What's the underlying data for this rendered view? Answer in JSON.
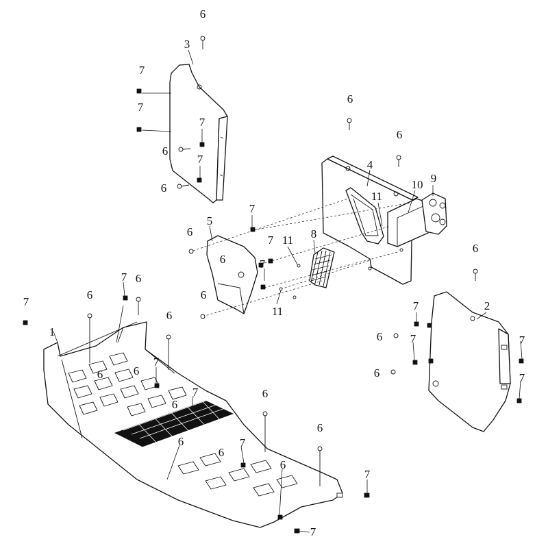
{
  "diagram": {
    "callouts": [
      {
        "id": "c1",
        "text": "6"
      },
      {
        "id": "c2",
        "text": "3"
      },
      {
        "id": "c3",
        "text": "7"
      },
      {
        "id": "c4",
        "text": "7"
      },
      {
        "id": "c5",
        "text": "7"
      },
      {
        "id": "c6",
        "text": "6"
      },
      {
        "id": "c7",
        "text": "7"
      },
      {
        "id": "c8",
        "text": "6"
      },
      {
        "id": "c9",
        "text": "6"
      },
      {
        "id": "c10",
        "text": "4"
      },
      {
        "id": "c11",
        "text": "6"
      },
      {
        "id": "c12",
        "text": "10"
      },
      {
        "id": "c13",
        "text": "9"
      },
      {
        "id": "c14",
        "text": "11"
      },
      {
        "id": "c15",
        "text": "7"
      },
      {
        "id": "c16",
        "text": "5"
      },
      {
        "id": "c17",
        "text": "6"
      },
      {
        "id": "c18",
        "text": "7"
      },
      {
        "id": "c19",
        "text": "11"
      },
      {
        "id": "c20",
        "text": "8"
      },
      {
        "id": "c21",
        "text": "6"
      },
      {
        "id": "c22",
        "text": "7"
      },
      {
        "id": "c23",
        "text": "6"
      },
      {
        "id": "c24",
        "text": "6"
      },
      {
        "id": "c25",
        "text": "11"
      },
      {
        "id": "c26",
        "text": "6"
      },
      {
        "id": "c27",
        "text": "7"
      },
      {
        "id": "c28",
        "text": "7"
      },
      {
        "id": "c29",
        "text": "6"
      },
      {
        "id": "c30",
        "text": "1"
      },
      {
        "id": "c31",
        "text": "6"
      },
      {
        "id": "c32",
        "text": "6"
      },
      {
        "id": "c33",
        "text": "7"
      },
      {
        "id": "c34",
        "text": "6"
      },
      {
        "id": "c35",
        "text": "7"
      },
      {
        "id": "c36",
        "text": "6"
      },
      {
        "id": "c37",
        "text": "6"
      },
      {
        "id": "c38",
        "text": "7"
      },
      {
        "id": "c39",
        "text": "6"
      },
      {
        "id": "c40",
        "text": "6"
      },
      {
        "id": "c41",
        "text": "7"
      },
      {
        "id": "c42",
        "text": "7"
      },
      {
        "id": "c43",
        "text": "6"
      },
      {
        "id": "c44",
        "text": "2"
      },
      {
        "id": "c45",
        "text": "7"
      },
      {
        "id": "c46",
        "text": "6"
      },
      {
        "id": "c47",
        "text": "7"
      },
      {
        "id": "c48",
        "text": "6"
      },
      {
        "id": "c49",
        "text": "7"
      },
      {
        "id": "c50",
        "text": "7"
      }
    ]
  }
}
